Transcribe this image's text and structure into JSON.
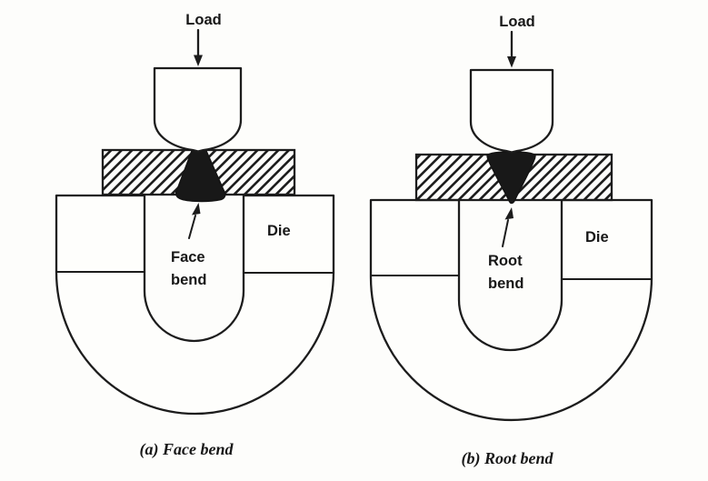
{
  "colors": {
    "paper": "#fdfdfb",
    "ink": "#1c1c1c",
    "weld_fill": "#181818"
  },
  "figures": [
    {
      "id": "face-bend",
      "load_label": "Load",
      "die_label": "Die",
      "weld_label_line1": "Face",
      "weld_label_line2": "bend",
      "caption": "(a) Face bend",
      "weld_orientation": "face-down-wide-base"
    },
    {
      "id": "root-bend",
      "load_label": "Load",
      "die_label": "Die",
      "weld_label_line1": "Root",
      "weld_label_line2": "bend",
      "caption": "(b) Root bend",
      "weld_orientation": "root-down-wide-top"
    }
  ]
}
